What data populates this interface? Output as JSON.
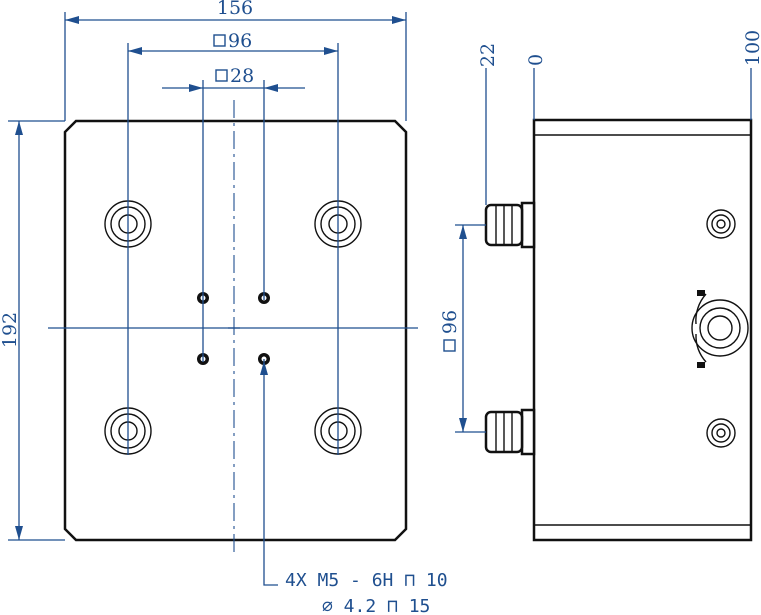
{
  "dimensions": {
    "width_overall": "156",
    "bolt_square": "96",
    "hole_square": "28",
    "height_overall": "192",
    "side_bolt_square": "96",
    "depth_22": "22",
    "depth_0": "0",
    "depth_100": "100"
  },
  "callout": {
    "line1": "4X  M5 - 6H ⊓ 10",
    "line2": "∅ 4.2 ⊓ 15"
  },
  "colors": {
    "dimension": "#1f4f8f",
    "outline": "#111111"
  }
}
